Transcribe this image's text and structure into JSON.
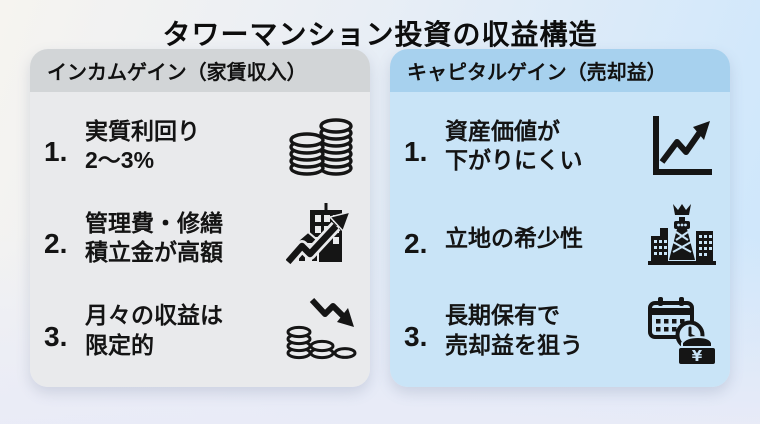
{
  "title": "タワーマンション投資の収益構造",
  "colors": {
    "left_header_bg": "#d2d5d7",
    "left_body_bg": "#e9eaec",
    "right_header_bg": "#a7d1ee",
    "right_body_bg": "#c9e4f7",
    "text": "#141414",
    "background_top_left": "#f6f4f0",
    "background_top_right": "#cde6fb",
    "background_bottom": "#e9ebf7"
  },
  "columns": [
    {
      "header": "インカムゲイン（家賃収入）",
      "items": [
        {
          "num": "1.",
          "line1": "実質利回り",
          "line2": "2〜3%",
          "icon": "coins-stack-icon"
        },
        {
          "num": "2.",
          "line1": "管理費・修繕",
          "line2": "積立金が高額",
          "icon": "building-chart-up-icon"
        },
        {
          "num": "3.",
          "line1": "月々の収益は",
          "line2": "限定的",
          "icon": "coins-decline-icon"
        }
      ]
    },
    {
      "header": "キャピタルゲイン（売却益）",
      "items": [
        {
          "num": "1.",
          "line1": "資産価値が",
          "line2": "下がりにくい",
          "icon": "line-chart-up-icon"
        },
        {
          "num": "2.",
          "line1": "立地の希少性",
          "line2": "",
          "icon": "city-crown-icon"
        },
        {
          "num": "3.",
          "line1": "長期保有で",
          "line2": "売却益を狙う",
          "icon": "calendar-clock-money-icon"
        }
      ]
    }
  ]
}
